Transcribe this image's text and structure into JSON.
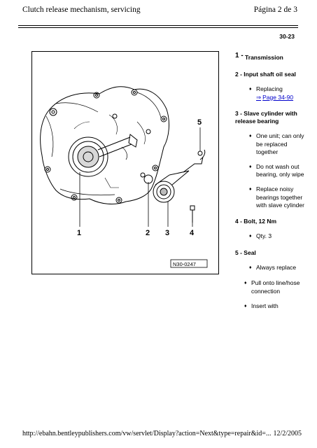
{
  "header": {
    "title": "Clutch release mechanism, servicing",
    "page": "Página 2 de 3"
  },
  "page_code": "30-23",
  "figure": {
    "callouts": [
      "1",
      "2",
      "3",
      "4",
      "5"
    ],
    "ref": "N30-0247"
  },
  "legend": [
    {
      "num": "1 -",
      "label": "Transmission"
    },
    {
      "num": "2 -",
      "label": "Input shaft oil seal",
      "sub": [
        {
          "text": "Replacing",
          "link": "Page 34-90"
        }
      ]
    },
    {
      "num": "3 -",
      "label": "Slave cylinder with release bearing",
      "sub": [
        {
          "text": "One unit; can only be replaced together"
        },
        {
          "text": "Do not wash out bearing, only wipe"
        },
        {
          "text": "Replace noisy bearings together with slave cylinder"
        }
      ]
    },
    {
      "num": "4 -",
      "label": "Bolt, 12 Nm",
      "sub": [
        {
          "text": "Qty. 3"
        }
      ]
    },
    {
      "num": "5 -",
      "label": "Seal",
      "sub": [
        {
          "text": "Always replace"
        }
      ],
      "outer": [
        {
          "text": "Pull onto line/hose connection"
        },
        {
          "text": "Insert with"
        }
      ]
    }
  ],
  "footer": {
    "url": "http://ebahn.bentleypublishers.com/vw/servlet/Display?action=Next&type=repair&id=...",
    "date": "12/2/2005"
  }
}
